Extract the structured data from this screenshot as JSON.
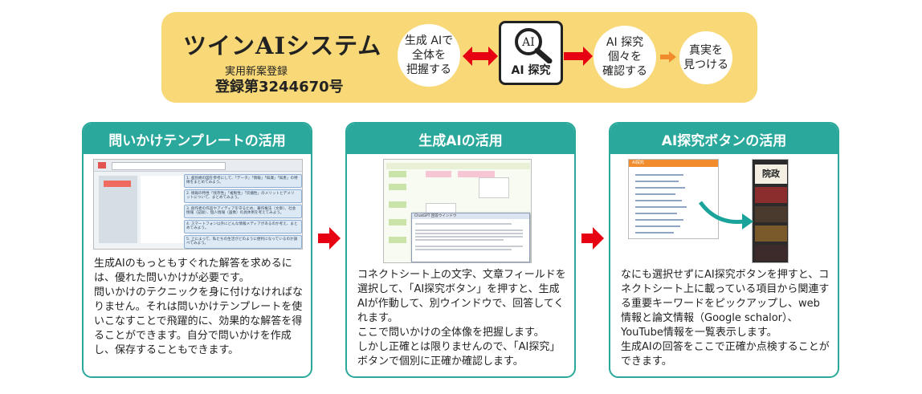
{
  "banner": {
    "title": "ツインAIシステム",
    "registration_label": "実用新案登録",
    "registration_number": "登録第3244670号",
    "left_bubble": "生成 AIで\n全体を\n把握する",
    "ai_button_label": "AI 探究",
    "right_bubble": "AI 探究\n個々を\n確認する",
    "result_bubble": "真実を\n見つける"
  },
  "colors": {
    "accent": "#2aa89b",
    "banner": "#f8d877",
    "arrow_red": "#e60012",
    "arrow_orange": "#f08c2c"
  },
  "cards": [
    {
      "heading": "問いかけテンプレートの活用",
      "text": "生成AIのもっともすぐれた解答を求めるには、優れた問いかけが必要です。\n問いかけのテクニックを身に付けなければなりません。それは問いかけテンプレートを使いこなすことで飛躍的に、効果的な解答を得ることができます。自分で問いかけを作成し、保存することもできます。"
    },
    {
      "heading": "生成AIの活用",
      "text": "コネクトシート上の文字、文章フィールドを選択して、「AI探究ボタン」を押すと、生成AIが作動して、別ウインドウで、回答してくれます。\nここで問いかけの全体像を把握します。\nしかし正確とは限りませんので、「AI探究」ボタンで個別に正確か確認します。"
    },
    {
      "heading": "AI探究ボタンの活用",
      "text": "なにも選択せずにAI探究ボタンを押すと、コネクトシート上に載っている項目から関連する重要キーワードをピックアップし、web情報と論文情報（Google schalor）、YouTube情報を一覧表示します。\n生成AIの回答をここで正確か点検することができます。"
    }
  ],
  "screens": {
    "template_items": [
      "1. 差別規の図を参考にして、「データ」「情報」「知識」「知恵」の特徴をまとめてみよう。",
      "2. 情報の特性「残存性」「複製性」「伝播性」のメリットとデメリットについて、まとめてみよう。",
      "3. 創作者の作品やアイディアを守るため、著作権法（文章）、社会情報（記録）、個人情報（画像）の具体例を考えてみよう。",
      "4. スマートフォン以外にどんな情報メディアがあるのか考え、まとめてみよう。",
      "5. 上によって、私たちの生活がどのように便利になっているのか調べてみよう。"
    ],
    "gen_window_title": "ChatGPT 回答ウインドウ",
    "ai_window_title": "AI探究",
    "video_label": "院政"
  }
}
